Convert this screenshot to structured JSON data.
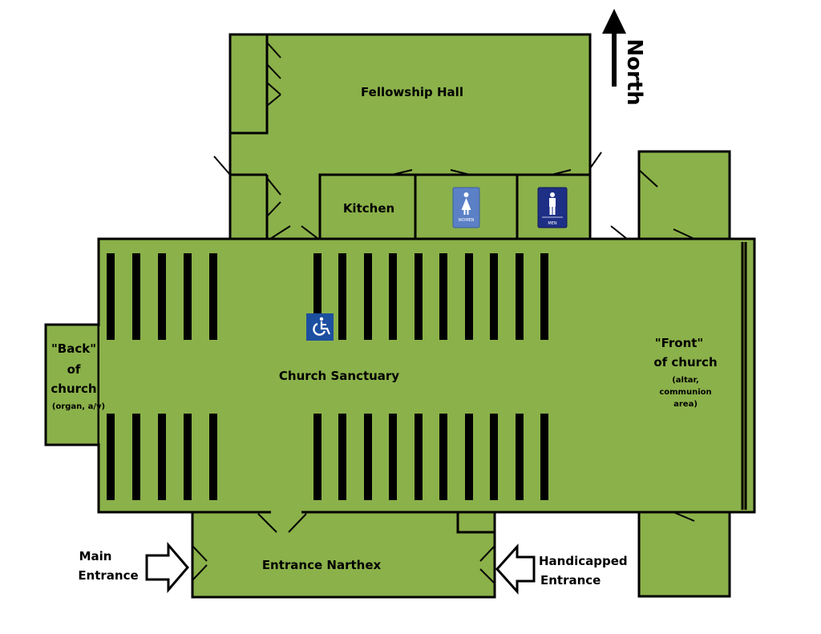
{
  "colors": {
    "room": "#8BB14A",
    "women_sign": "#5B80C6",
    "men_sign": "#1E2F86",
    "accessible_sign": "#1C4FA0"
  },
  "north": {
    "label": "North",
    "icon": "arrow-up-icon"
  },
  "rooms": {
    "fellowship_hall": "Fellowship Hall",
    "kitchen": "Kitchen",
    "sanctuary": "Church Sanctuary",
    "narthex": "Entrance Narthex"
  },
  "back": {
    "line1": "\"Back\"",
    "line2": "of",
    "line3": "church",
    "note": "(organ, a/v)"
  },
  "front": {
    "line1": "\"Front\"",
    "line2": "of church",
    "note1": "(altar,",
    "note2": "communion",
    "note3": "area)"
  },
  "restrooms": {
    "women": "WOMEN",
    "men": "MEN",
    "women_icon": "woman-icon",
    "men_icon": "man-icon"
  },
  "accessible_icon": "wheelchair-icon",
  "entrances": {
    "main": {
      "line1": "Main",
      "line2": "Entrance",
      "icon": "arrow-right-icon"
    },
    "handicapped": {
      "line1": "Handicapped",
      "line2": "Entrance",
      "icon": "arrow-left-icon"
    }
  }
}
